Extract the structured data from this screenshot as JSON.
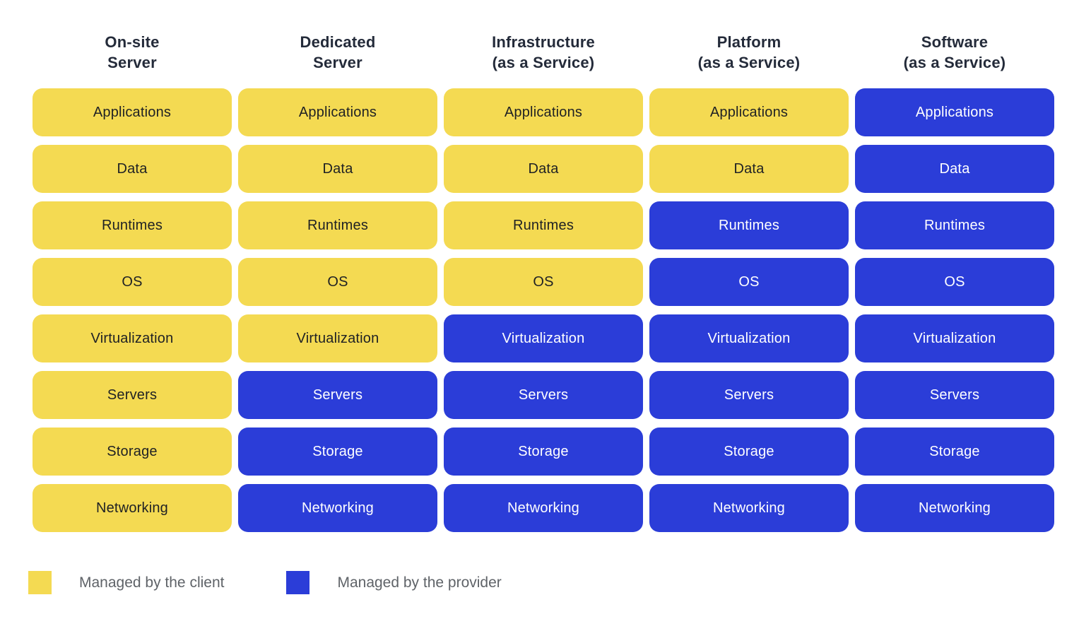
{
  "colors": {
    "background": "#FFFFFF",
    "client": "#F4DA52",
    "provider": "#2B3DD8",
    "client_text": "#1F2124",
    "provider_text": "#FFFFFF",
    "header_text": "#242B3A",
    "legend_text": "#5F6368"
  },
  "row_labels": [
    "Applications",
    "Data",
    "Runtimes",
    "OS",
    "Virtualization",
    "Servers",
    "Storage",
    "Networking"
  ],
  "columns": [
    {
      "id": "on-site-server",
      "title_lines": [
        "On-site",
        "Server"
      ],
      "cells": [
        {
          "label": "Applications",
          "managed": "client"
        },
        {
          "label": "Data",
          "managed": "client"
        },
        {
          "label": "Runtimes",
          "managed": "client"
        },
        {
          "label": "OS",
          "managed": "client"
        },
        {
          "label": "Virtualization",
          "managed": "client"
        },
        {
          "label": "Servers",
          "managed": "client"
        },
        {
          "label": "Storage",
          "managed": "client"
        },
        {
          "label": "Networking",
          "managed": "client"
        }
      ]
    },
    {
      "id": "dedicated-server",
      "title_lines": [
        "Dedicated",
        "Server"
      ],
      "cells": [
        {
          "label": "Applications",
          "managed": "client"
        },
        {
          "label": "Data",
          "managed": "client"
        },
        {
          "label": "Runtimes",
          "managed": "client"
        },
        {
          "label": "OS",
          "managed": "client"
        },
        {
          "label": "Virtualization",
          "managed": "client"
        },
        {
          "label": "Servers",
          "managed": "provider"
        },
        {
          "label": "Storage",
          "managed": "provider"
        },
        {
          "label": "Networking",
          "managed": "provider"
        }
      ]
    },
    {
      "id": "infrastructure-as-a-service",
      "title_lines": [
        "Infrastructure",
        "(as a Service)"
      ],
      "cells": [
        {
          "label": "Applications",
          "managed": "client"
        },
        {
          "label": "Data",
          "managed": "client"
        },
        {
          "label": "Runtimes",
          "managed": "client"
        },
        {
          "label": "OS",
          "managed": "client"
        },
        {
          "label": "Virtualization",
          "managed": "provider"
        },
        {
          "label": "Servers",
          "managed": "provider"
        },
        {
          "label": "Storage",
          "managed": "provider"
        },
        {
          "label": "Networking",
          "managed": "provider"
        }
      ]
    },
    {
      "id": "platform-as-a-service",
      "title_lines": [
        "Platform",
        "(as a Service)"
      ],
      "cells": [
        {
          "label": "Applications",
          "managed": "client"
        },
        {
          "label": "Data",
          "managed": "client"
        },
        {
          "label": "Runtimes",
          "managed": "provider"
        },
        {
          "label": "OS",
          "managed": "provider"
        },
        {
          "label": "Virtualization",
          "managed": "provider"
        },
        {
          "label": "Servers",
          "managed": "provider"
        },
        {
          "label": "Storage",
          "managed": "provider"
        },
        {
          "label": "Networking",
          "managed": "provider"
        }
      ]
    },
    {
      "id": "software-as-a-service",
      "title_lines": [
        "Software",
        "(as a Service)"
      ],
      "cells": [
        {
          "label": "Applications",
          "managed": "provider"
        },
        {
          "label": "Data",
          "managed": "provider"
        },
        {
          "label": "Runtimes",
          "managed": "provider"
        },
        {
          "label": "OS",
          "managed": "provider"
        },
        {
          "label": "Virtualization",
          "managed": "provider"
        },
        {
          "label": "Servers",
          "managed": "provider"
        },
        {
          "label": "Storage",
          "managed": "provider"
        },
        {
          "label": "Networking",
          "managed": "provider"
        }
      ]
    }
  ],
  "legend": [
    {
      "label": "Managed by the client",
      "managed": "client"
    },
    {
      "label": "Managed by the provider",
      "managed": "provider"
    }
  ]
}
